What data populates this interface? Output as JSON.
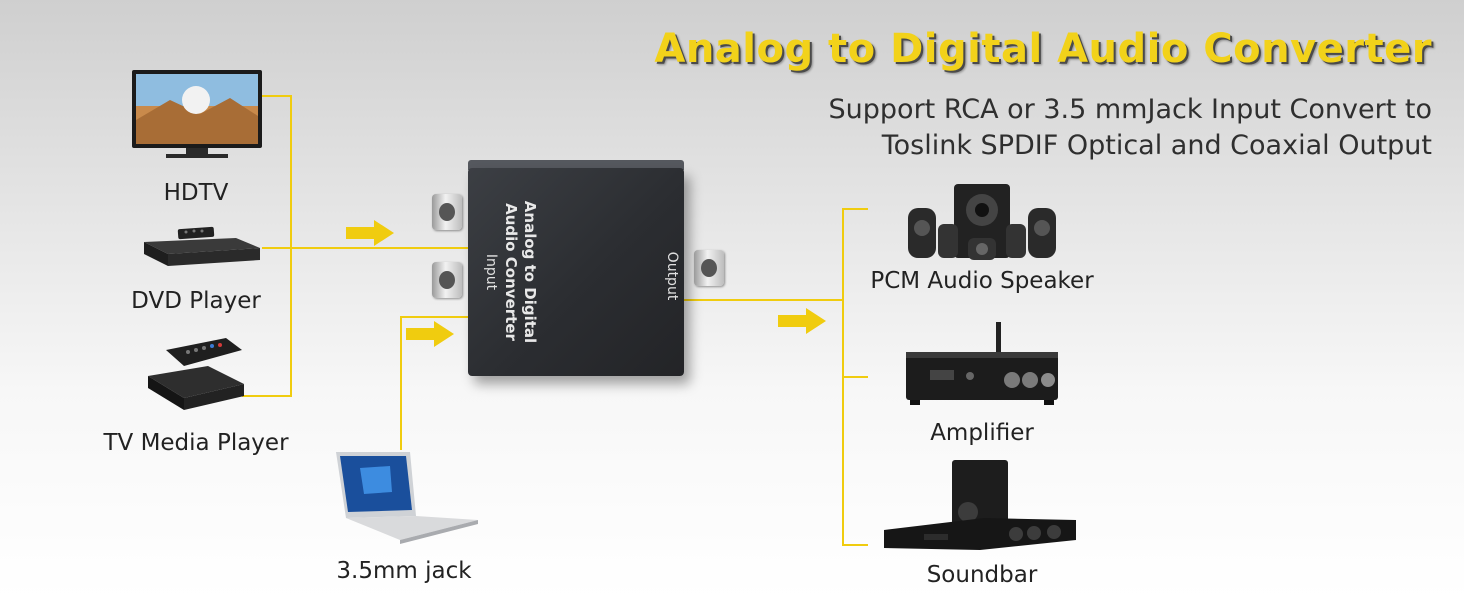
{
  "title": "Analog to Digital Audio Converter",
  "subtitle": {
    "line1": "Support RCA or 3.5 mmJack Input Convert to",
    "line2": "Toslink SPDIF Optical and Coaxial Output"
  },
  "device": {
    "name": "Analog to Digital\nAudio Converter",
    "input_label": "Input",
    "output_label": "Output"
  },
  "sources": [
    {
      "label": "HDTV",
      "icon": "tv-icon"
    },
    {
      "label": "DVD Player",
      "icon": "dvd-player-icon"
    },
    {
      "label": "TV Media Player",
      "icon": "media-player-icon"
    },
    {
      "label": "3.5mm jack",
      "icon": "laptop-icon"
    }
  ],
  "outputs": [
    {
      "label": "PCM Audio Speaker",
      "icon": "speaker-icon"
    },
    {
      "label": "Amplifier",
      "icon": "amplifier-icon"
    },
    {
      "label": "Soundbar",
      "icon": "soundbar-icon"
    }
  ],
  "colors": {
    "accent": "#f0cc0f",
    "title": "#f2d21a",
    "device": "#2b2d31"
  }
}
